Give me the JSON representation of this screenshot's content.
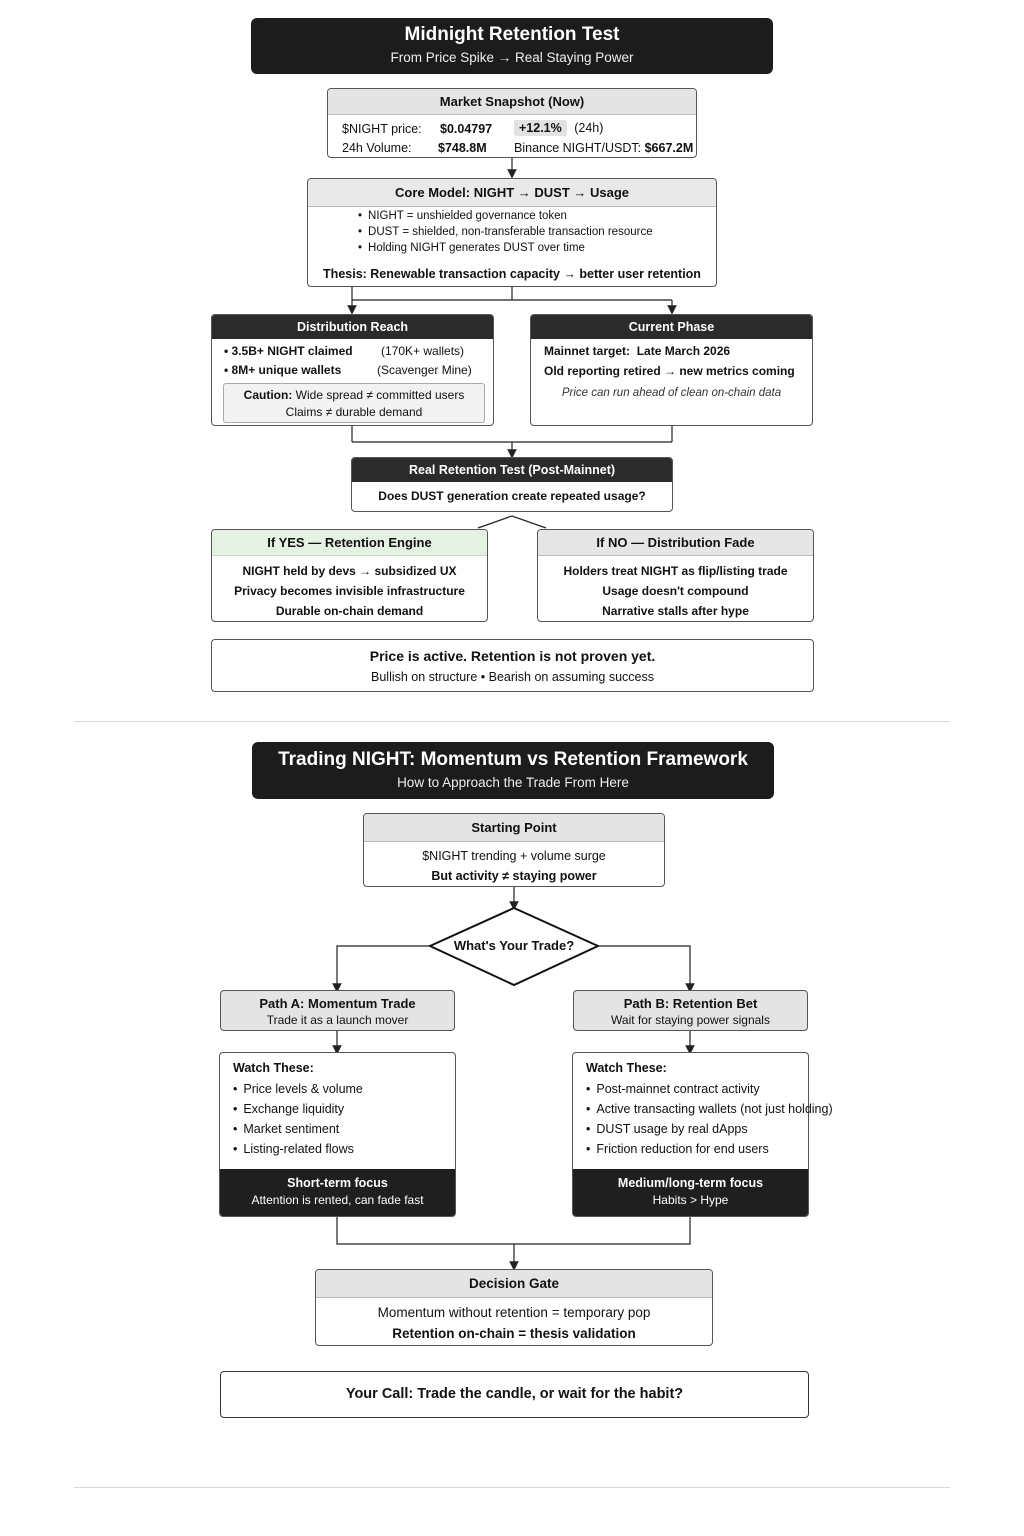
{
  "top": {
    "title": "Midnight Retention Test",
    "subtitle": "From Price Spike → Real Staying Power"
  },
  "snapshot": {
    "header": "Market Snapshot (Now)",
    "price_label": "$NIGHT price:",
    "price_value": "$0.04797",
    "change": "+12.1%",
    "change_period": "(24h)",
    "volume_label": "24h Volume:",
    "volume_value": "$748.8M",
    "pair_label": "Binance NIGHT/USDT:",
    "pair_value": "$667.2M"
  },
  "core": {
    "header": "Core Model: NIGHT → DUST → Usage",
    "bullets": [
      "NIGHT = unshielded governance token",
      "DUST = shielded, non-transferable transaction resource",
      "Holding NIGHT generates DUST over time"
    ],
    "thesis": "Thesis: Renewable transaction capacity → better user retention"
  },
  "distribution": {
    "header": "Distribution Reach",
    "claimed": "3.5B+ NIGHT claimed",
    "claimed_note": "(170K+ wallets)",
    "wallets": "8M+ unique wallets",
    "wallets_note": "(Scavenger Mine)",
    "caution_label": "Caution:",
    "caution_line1": "Wide spread ≠ committed users",
    "caution_line2": "Claims ≠ durable demand"
  },
  "phase": {
    "header": "Current Phase",
    "mainnet_label": "Mainnet target:",
    "mainnet_value": "Late March 2026",
    "reporting": "Old reporting retired → new metrics coming",
    "note": "Price can run ahead of clean on-chain data"
  },
  "retention_test": {
    "header": "Real Retention Test (Post-Mainnet)",
    "question": "Does DUST generation create repeated usage?"
  },
  "if_yes": {
    "header": "If YES — Retention Engine",
    "lines": [
      "NIGHT held by devs → subsidized UX",
      "Privacy becomes invisible infrastructure",
      "Durable on-chain demand"
    ]
  },
  "if_no": {
    "header": "If NO — Distribution Fade",
    "lines": [
      "Holders treat NIGHT as flip/listing trade",
      "Usage doesn't compound",
      "Narrative stalls after hype"
    ]
  },
  "summary": {
    "line1": "Price is active. Retention is not proven yet.",
    "line2": "Bullish on structure • Bearish on assuming success"
  },
  "bottom": {
    "title": "Trading NIGHT: Momentum vs Retention Framework",
    "subtitle": "How to Approach the Trade From Here"
  },
  "starting": {
    "header": "Starting Point",
    "line1": "$NIGHT trending + volume surge",
    "line2": "But activity ≠ staying power"
  },
  "decision": {
    "label": "What's Your Trade?"
  },
  "path_a": {
    "title": "Path A: Momentum Trade",
    "subtitle": "Trade it as a launch mover",
    "watch_title": "Watch These:",
    "items": [
      "Price levels & volume",
      "Exchange liquidity",
      "Market sentiment",
      "Listing-related flows"
    ],
    "focus": "Short-term focus",
    "focus_note": "Attention is rented, can fade fast"
  },
  "path_b": {
    "title": "Path B: Retention Bet",
    "subtitle": "Wait for staying power signals",
    "watch_title": "Watch These:",
    "items": [
      "Post-mainnet contract activity",
      "Active transacting wallets (not just holding)",
      "DUST usage by real dApps",
      "Friction reduction for end users"
    ],
    "focus": "Medium/long-term focus",
    "focus_note": "Habits > Hype"
  },
  "gate": {
    "header": "Decision Gate",
    "line1": "Momentum without retention = temporary pop",
    "line2": "Retention on-chain = thesis validation"
  },
  "call": {
    "text": "Your Call: Trade the candle, or wait for the habit?"
  }
}
